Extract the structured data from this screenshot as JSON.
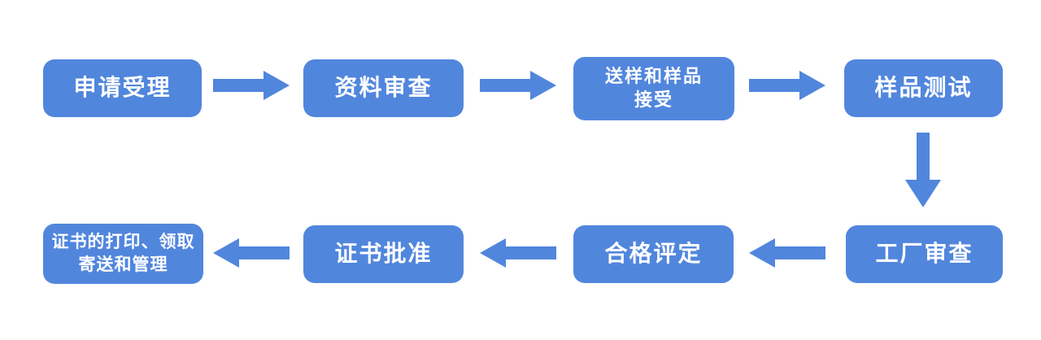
{
  "colors": {
    "background": "#FFFFFF",
    "box": "#5186DD",
    "arrow": "#5186DD",
    "text": "#FFFFFF"
  },
  "icons": {
    "arrow-right-icon": "block-arrow-right",
    "arrow-left-icon": "block-arrow-left",
    "arrow-down-icon": "block-arrow-down"
  },
  "flowchart": {
    "steps": [
      {
        "id": "step-1",
        "name": "application-acceptance",
        "lines": [
          "申请受理"
        ]
      },
      {
        "id": "step-2",
        "name": "document-review",
        "lines": [
          "资料审查"
        ]
      },
      {
        "id": "step-3",
        "name": "sample-submission-acceptance",
        "lines": [
          "送样和样品",
          "接受"
        ]
      },
      {
        "id": "step-4",
        "name": "sample-testing",
        "lines": [
          "样品测试"
        ]
      },
      {
        "id": "step-5",
        "name": "factory-audit",
        "lines": [
          "工厂审查"
        ]
      },
      {
        "id": "step-6",
        "name": "conformity-evaluation",
        "lines": [
          "合格评定"
        ]
      },
      {
        "id": "step-7",
        "name": "certificate-approval",
        "lines": [
          "证书批准"
        ]
      },
      {
        "id": "step-8",
        "name": "certificate-printing-management",
        "lines": [
          "证书的打印、领取",
          "寄送和管理"
        ]
      }
    ]
  }
}
